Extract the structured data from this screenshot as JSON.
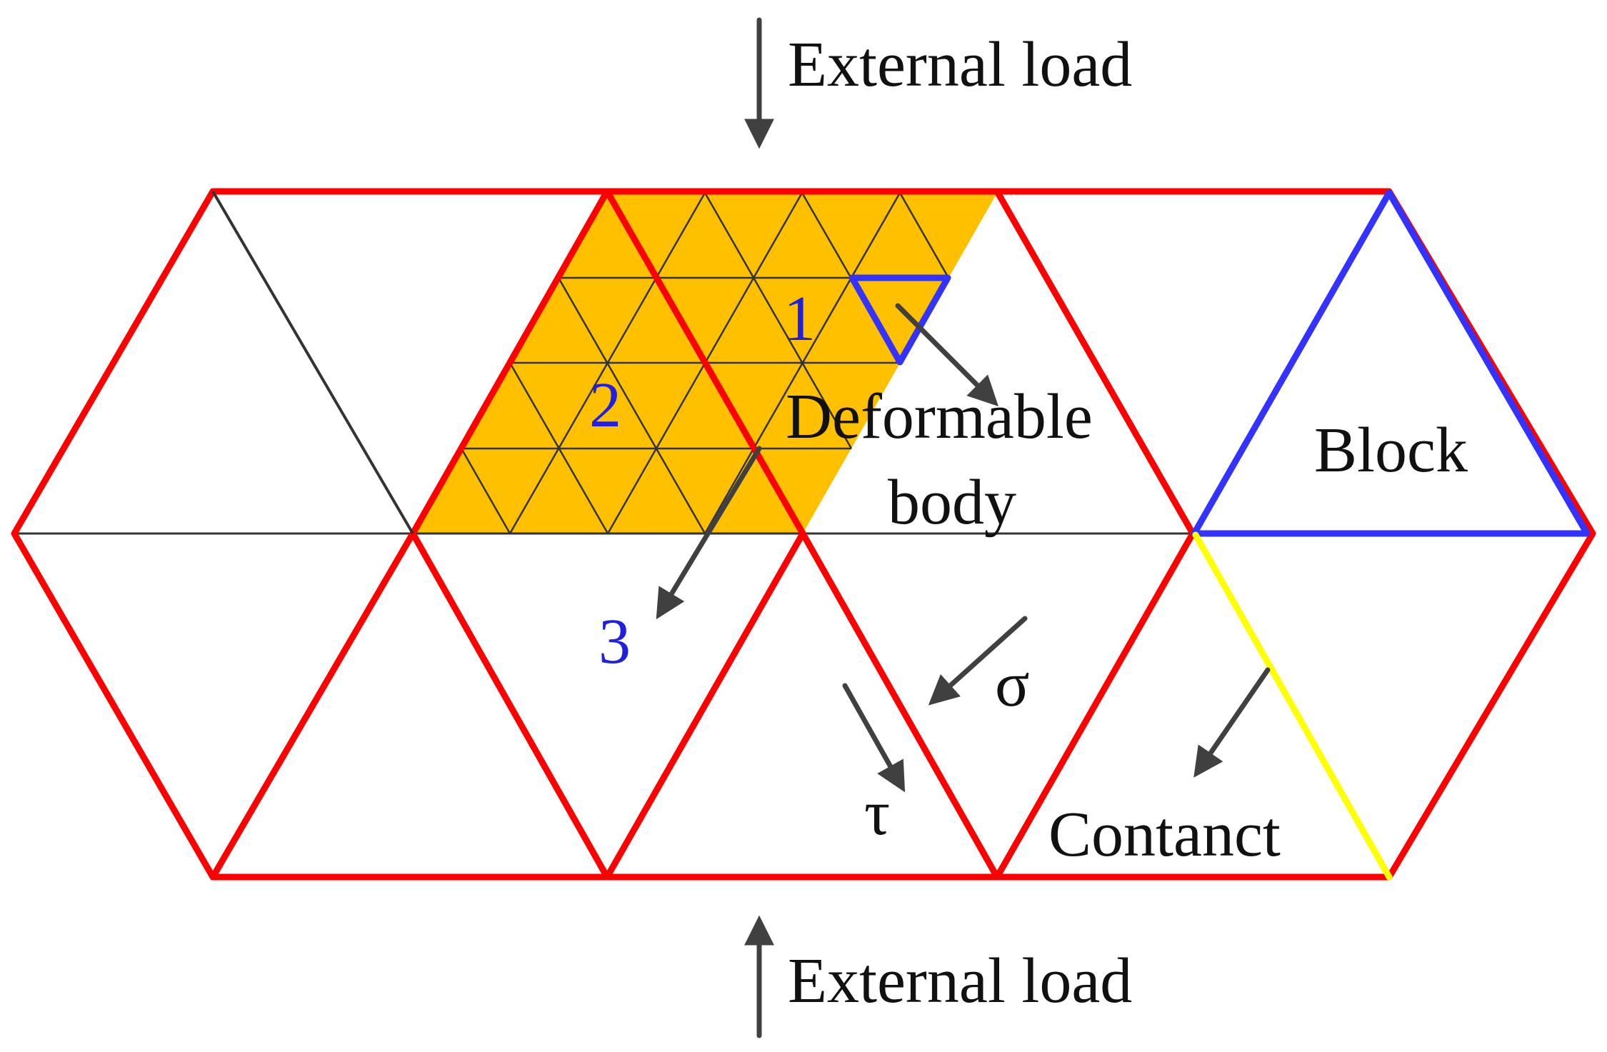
{
  "labels": {
    "external_load_top": "External load",
    "external_load_bottom": "External load",
    "deformable_line1": "Deformable",
    "deformable_line2": "body",
    "block": "Block",
    "contact": "Contanct",
    "sigma": "σ",
    "tau": "τ",
    "n1": "1",
    "n2": "2",
    "n3": "3"
  },
  "colors": {
    "block_boundary": "#ff0000",
    "highlight_block": "#3333ff",
    "contact_edge": "#ffff00",
    "deformable_fill": "#ffc000",
    "mesh_line": "#333333",
    "arrow": "#404040",
    "label_blue": "#2020e0"
  }
}
